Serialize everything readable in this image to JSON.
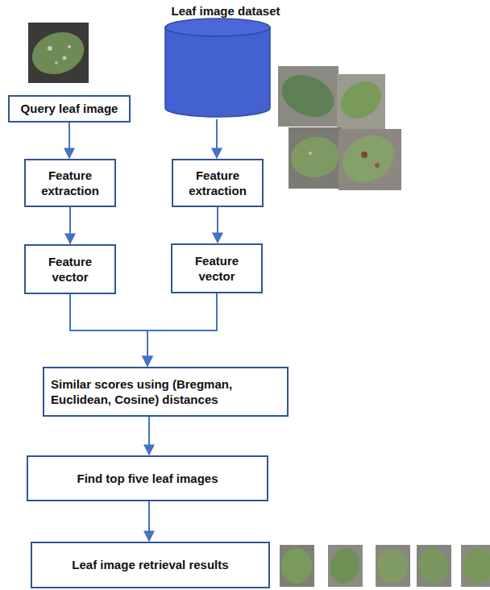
{
  "diagram": {
    "nodes": [
      {
        "text": [
          "Leaf image dataset"
        ]
      },
      {
        "text": [
          "Query leaf image"
        ]
      },
      {
        "text": [
          "Feature extraction"
        ]
      },
      {
        "text": [
          "Feature extraction"
        ]
      },
      {
        "text": [
          "Feature vector"
        ]
      },
      {
        "text": [
          "Feature vector"
        ]
      },
      {
        "text": [
          "Similar scores using (Bregman, Euclidean, Cosine) distances"
        ]
      },
      {
        "text": [
          "Find top five leaf images"
        ]
      },
      {
        "text": [
          "Leaf image retrieval results"
        ]
      }
    ],
    "edges": [
      {
        "from": 1,
        "to": 2,
        "arrow": "to"
      },
      {
        "from": 0,
        "to": 3,
        "arrow": "to"
      },
      {
        "from": 2,
        "to": 4,
        "arrow": "to"
      },
      {
        "from": 3,
        "to": 5,
        "arrow": "to"
      },
      {
        "from": 4,
        "to": 6,
        "arrow": "to"
      },
      {
        "from": 5,
        "to": 6,
        "arrow": "to"
      },
      {
        "from": 6,
        "to": 7,
        "arrow": "to"
      },
      {
        "from": 7,
        "to": 8,
        "arrow": "to"
      }
    ]
  }
}
